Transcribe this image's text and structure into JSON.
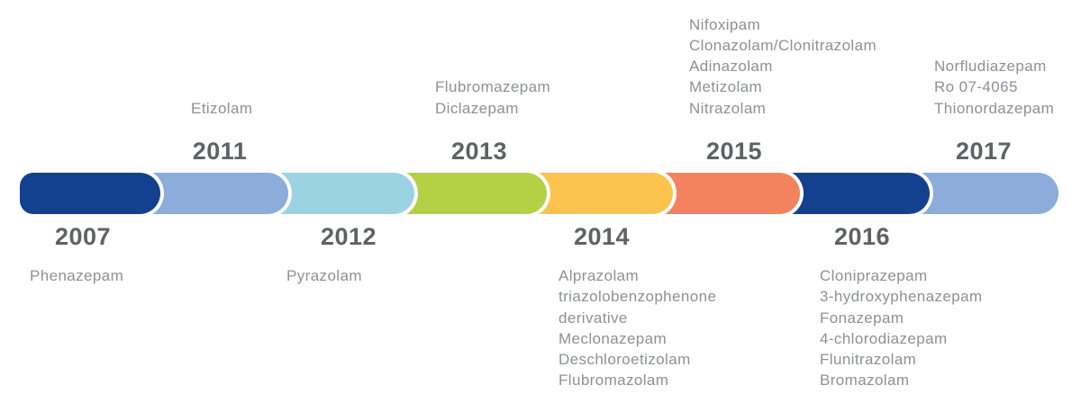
{
  "timeline": {
    "description": "Timeline of designer benzodiazepines by year of appearance",
    "text_colors": {
      "year_label": "#5f6165",
      "drug_label": "#8e9093"
    },
    "segments": [
      {
        "year": "2007",
        "color": "#14418f",
        "position": "below",
        "drugs": [
          "Phenazepam"
        ]
      },
      {
        "year": "2011",
        "color": "#8cacda",
        "position": "above",
        "drugs": [
          "Etizolam"
        ]
      },
      {
        "year": "2012",
        "color": "#9cd3e3",
        "position": "below",
        "drugs": [
          "Pyrazolam"
        ]
      },
      {
        "year": "2013",
        "color": "#b4d044",
        "position": "above",
        "drugs": [
          "Flubromazepam",
          "Diclazepam"
        ]
      },
      {
        "year": "2014",
        "color": "#fbc34c",
        "position": "below",
        "drugs": [
          "Alprazolam",
          "triazolobenzophenone",
          "derivative",
          "Meclonazepam",
          "Deschloroetizolam",
          "Flubromazolam"
        ]
      },
      {
        "year": "2015",
        "color": "#f2835e",
        "position": "above",
        "drugs": [
          "Nifoxipam",
          "Clonazolam/Clonitrazolam",
          "Adinazolam",
          "Metizolam",
          "Nitrazolam"
        ]
      },
      {
        "year": "2016",
        "color": "#14418f",
        "position": "below",
        "drugs": [
          "Cloniprazepam",
          "3-hydroxyphenazepam",
          "Fonazepam",
          "4-chlorodiazepam",
          "Flunitrazolam",
          "Bromazolam"
        ]
      },
      {
        "year": "2017",
        "color": "#8cacda",
        "position": "above",
        "drugs": [
          "Norfludiazepam",
          "Ro 07-4065",
          "Thionordazepam"
        ]
      }
    ]
  }
}
